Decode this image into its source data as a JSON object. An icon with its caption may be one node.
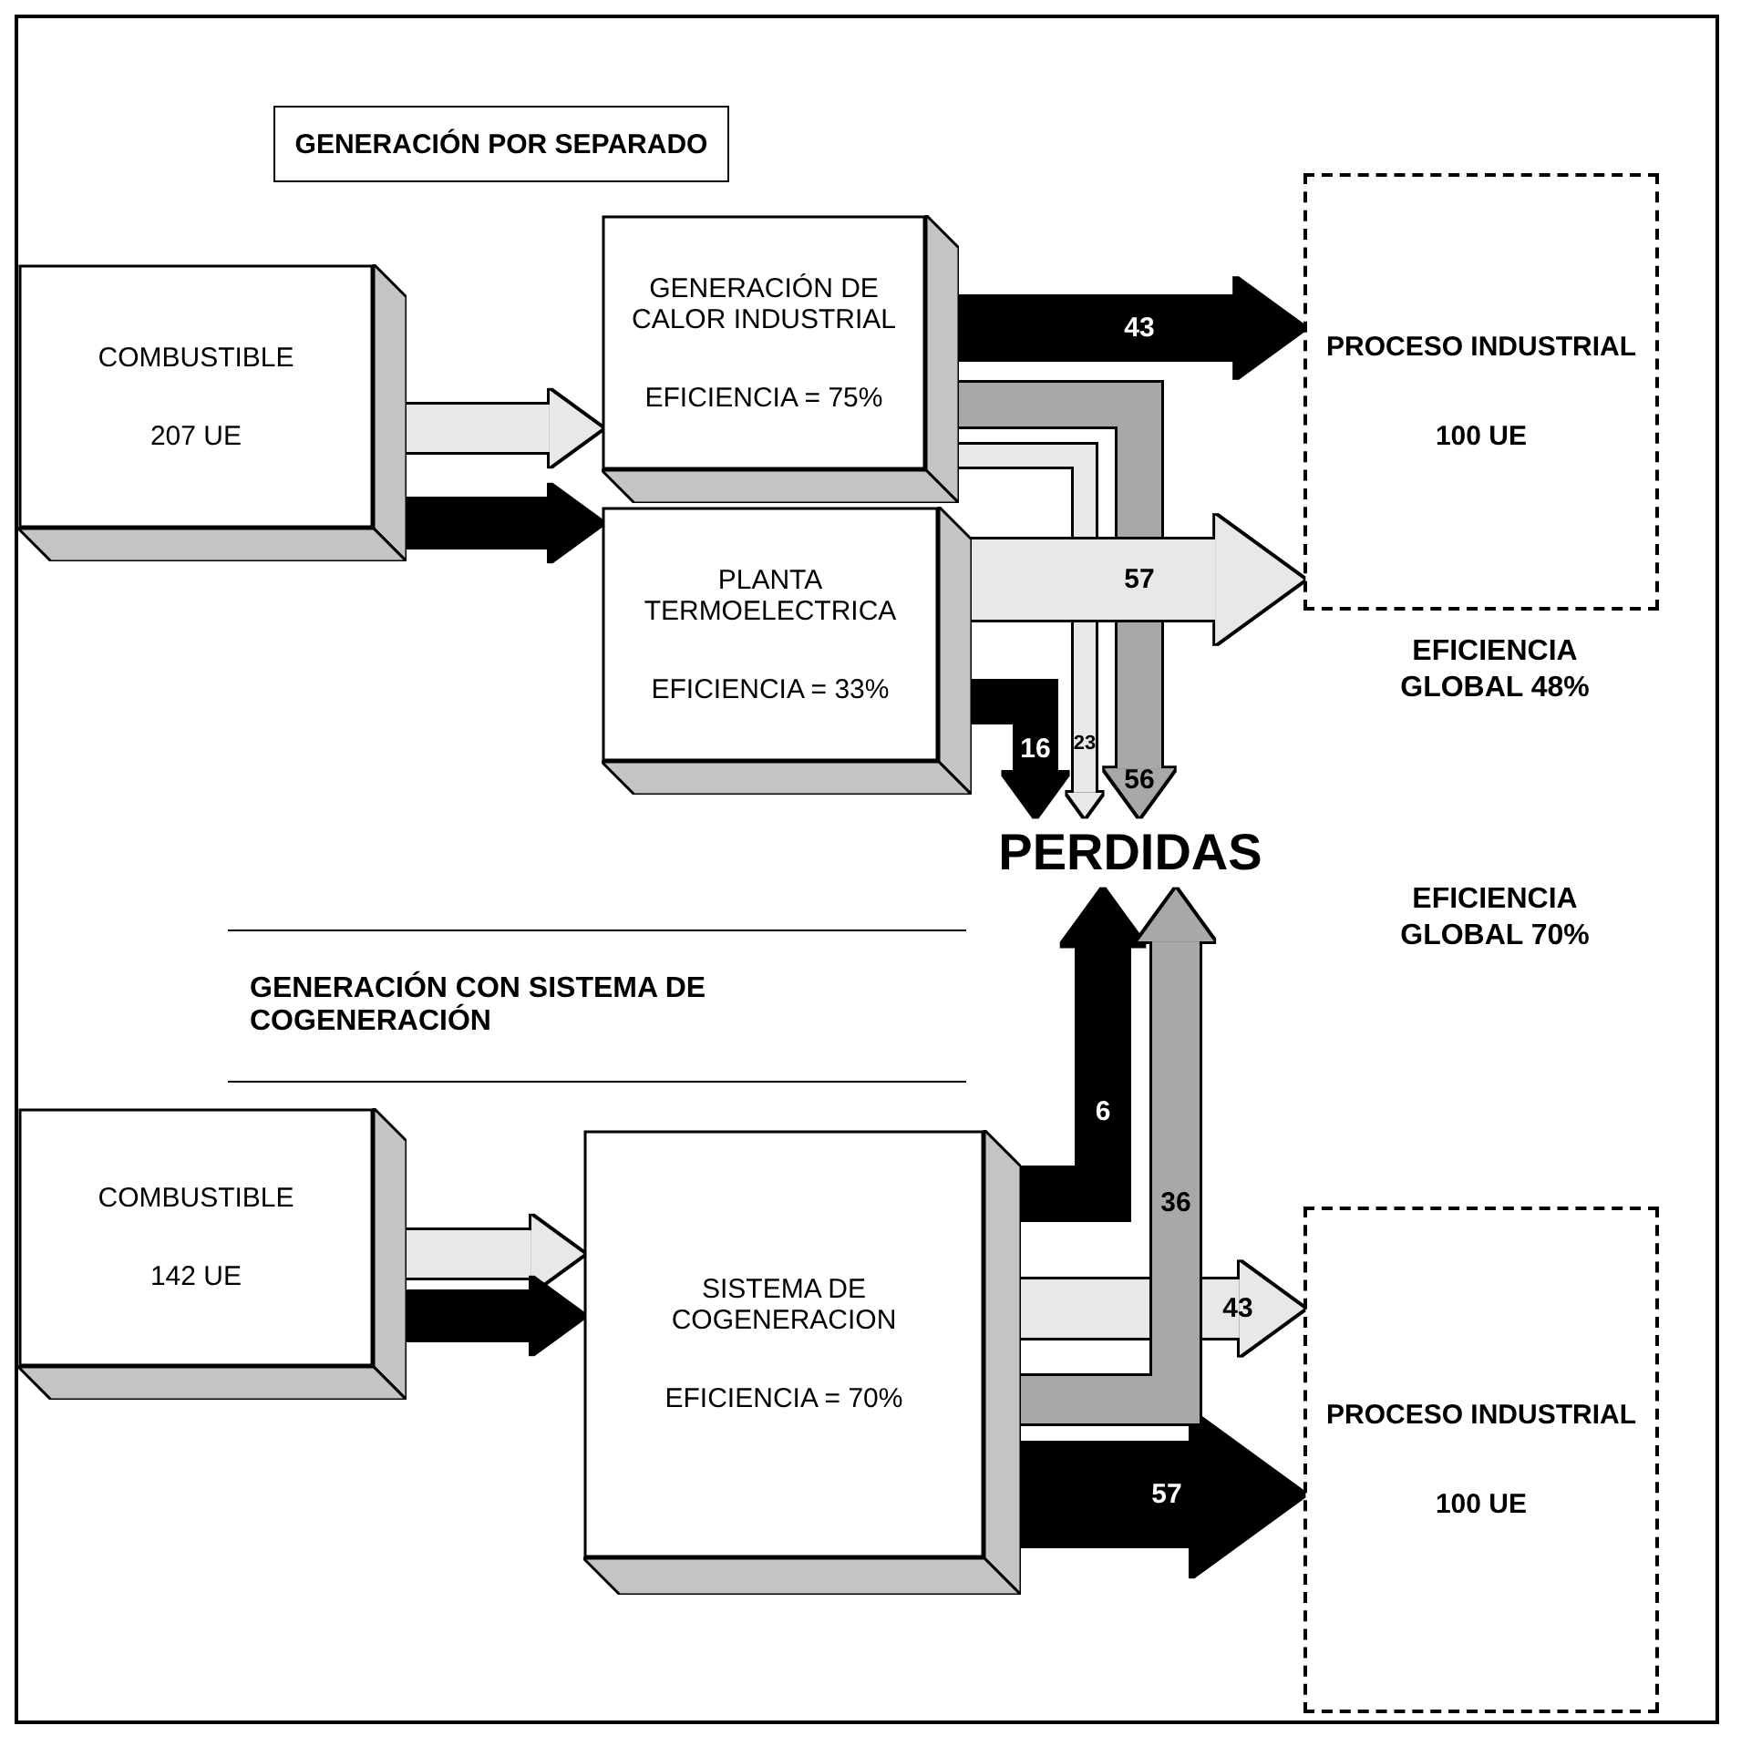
{
  "diagram": {
    "nodes": [
      {
        "text": [
          "GENERACIÓN POR SEPARADO"
        ]
      },
      {
        "text": [
          "COMBUSTIBLE",
          "207 UE"
        ]
      },
      {
        "text": [
          "GENERACIÓN DE CALOR INDUSTRIAL",
          "EFICIENCIA = 75%"
        ]
      },
      {
        "text": [
          "PLANTA TERMOELECTRICA",
          "EFICIENCIA = 33%"
        ]
      },
      {
        "text": [
          "PROCESO INDUSTRIAL",
          "100 UE"
        ]
      },
      {
        "text": [
          "PERDIDAS"
        ]
      },
      {
        "text": [
          "GENERACIÓN CON SISTEMA DE COGENERACIÓN"
        ]
      },
      {
        "text": [
          "COMBUSTIBLE",
          "142 UE"
        ]
      },
      {
        "text": [
          "SISTEMA DE COGENERACION",
          "EFICIENCIA = 70%"
        ]
      },
      {
        "text": [
          "PROCESO INDUSTRIAL",
          "100 UE"
        ]
      }
    ],
    "edges": [
      {
        "from": 1,
        "to": 2,
        "arrow": "to",
        "color": "#e8e8e8"
      },
      {
        "from": 1,
        "to": 3,
        "arrow": "to",
        "color": "#000000"
      },
      {
        "from": 2,
        "to": 4,
        "arrow": "to",
        "label": "43",
        "color": "#000000"
      },
      {
        "from": 3,
        "to": 4,
        "arrow": "to",
        "label": "57",
        "color": "#e8e8e8"
      },
      {
        "from": 3,
        "to": 5,
        "arrow": "to",
        "label": "16",
        "color": "#000000"
      },
      {
        "from": 2,
        "to": 5,
        "arrow": "to",
        "label": "23",
        "color": "#e8e8e8"
      },
      {
        "from": 2,
        "to": 5,
        "arrow": "to",
        "label": "56",
        "color": "#a8a8a8"
      },
      {
        "from": 7,
        "to": 8,
        "arrow": "to",
        "color": "#e8e8e8"
      },
      {
        "from": 7,
        "to": 8,
        "arrow": "to",
        "color": "#000000"
      },
      {
        "from": 8,
        "to": 5,
        "arrow": "to",
        "label": "6",
        "color": "#000000"
      },
      {
        "from": 8,
        "to": 5,
        "arrow": "to",
        "label": "36",
        "color": "#a8a8a8"
      },
      {
        "from": 8,
        "to": 9,
        "arrow": "to",
        "label": "43",
        "color": "#e8e8e8"
      },
      {
        "from": 8,
        "to": 9,
        "arrow": "to",
        "label": "57",
        "style": "thick",
        "color": "#000000"
      }
    ],
    "labels": [
      "EFICIENCIA GLOBAL 48%",
      "EFICIENCIA GLOBAL 70%"
    ]
  }
}
